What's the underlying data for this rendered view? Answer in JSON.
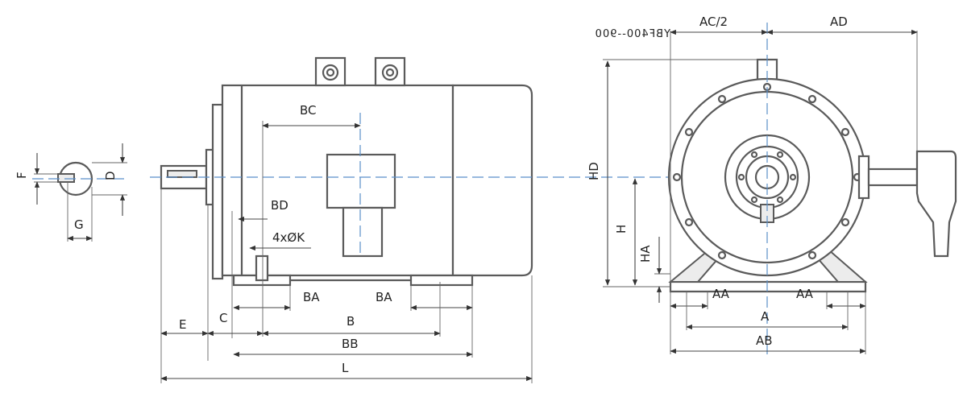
{
  "drawing": {
    "model_label": "YBF400--900",
    "labels": {
      "F": "F",
      "D": "D",
      "G": "G",
      "BC": "BC",
      "BD": "BD",
      "holes": "4xØK",
      "BA_left": "BA",
      "BA_right": "BA",
      "E": "E",
      "C": "C",
      "B": "B",
      "BB": "BB",
      "L": "L",
      "AC2": "AC/2",
      "AD": "AD",
      "HD": "HD",
      "H": "H",
      "HA": "HA",
      "AA_left": "AA",
      "AA_right": "AA",
      "A": "A",
      "AB": "AB"
    }
  }
}
